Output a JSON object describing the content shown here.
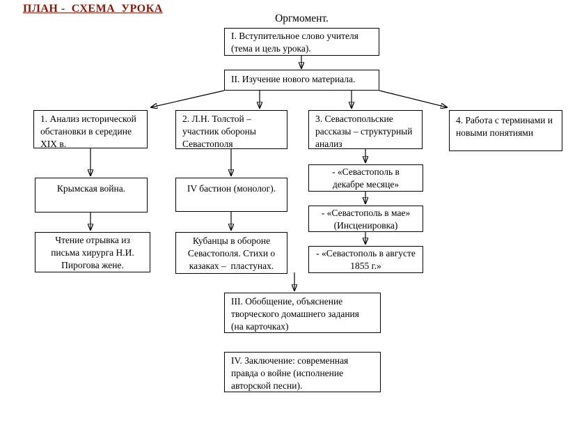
{
  "page": {
    "title": "ПЛАН -  СХЕМА  УРОКА",
    "subtitle": "Оргмомент."
  },
  "colors": {
    "title": "#8b1508",
    "box_border": "#000000",
    "connector": "#000000",
    "background": "#ffffff"
  },
  "diagram": {
    "type": "flowchart",
    "nodes": {
      "step_i": {
        "lines": [
          "I. Вступительное слово учителя",
          "(тема и цель урока)."
        ]
      },
      "step_ii": {
        "lines": [
          "II. Изучение нового материала."
        ]
      },
      "item_1": {
        "lines": [
          "1. Анализ исторической",
          "обстановки в середине",
          "XIX в."
        ]
      },
      "item_2": {
        "lines": [
          "2. Л.Н. Толстой –",
          "участник обороны",
          "Севастополя"
        ]
      },
      "item_3": {
        "lines": [
          "3. Севастопольские",
          "рассказы – структурный",
          "анализ"
        ]
      },
      "item_4": {
        "lines": [
          "4. Работа с терминами и",
          "новыми понятиями"
        ]
      },
      "crimean_war": {
        "lines": [
          "Крымская война."
        ]
      },
      "pirogov_letter": {
        "lines": [
          "Чтение отрывка из",
          "письма хирурга Н.И.",
          "Пирогова жене."
        ]
      },
      "bastion": {
        "lines": [
          "IV бастион (монолог)."
        ]
      },
      "kubantsy": {
        "lines": [
          "Кубанцы в обороне",
          "Севастополя. Стихи о",
          "казаках –  пластунах."
        ]
      },
      "sevastopol_december": {
        "lines": [
          "- «Севастополь в",
          "декабре месяце»"
        ]
      },
      "sevastopol_may": {
        "lines": [
          "- «Севастополь в мае»",
          "(Инсценировка)"
        ]
      },
      "sevastopol_august": {
        "lines": [
          "- «Севастополь в августе",
          "1855 г.»"
        ]
      },
      "step_iii": {
        "lines": [
          "III. Обобщение, объяснение",
          "творческого домашнего задания",
          "(на карточках)"
        ]
      },
      "step_iv": {
        "lines": [
          "IV. Заключение: современная",
          "правда о войне (исполнение",
          "авторской песни)."
        ]
      }
    },
    "connections": [
      {
        "from": "step_i",
        "to": "step_ii"
      },
      {
        "from": "step_ii",
        "to": "item_1"
      },
      {
        "from": "step_ii",
        "to": "item_2"
      },
      {
        "from": "step_ii",
        "to": "item_3"
      },
      {
        "from": "step_ii",
        "to": "item_4"
      },
      {
        "from": "item_1",
        "to": "crimean_war"
      },
      {
        "from": "crimean_war",
        "to": "pirogov_letter"
      },
      {
        "from": "item_2",
        "to": "bastion"
      },
      {
        "from": "bastion",
        "to": "kubantsy"
      },
      {
        "from": "item_3",
        "to": "sevastopol_december"
      },
      {
        "from": "sevastopol_december",
        "to": "sevastopol_may"
      },
      {
        "from": "sevastopol_may",
        "to": "sevastopol_august"
      },
      {
        "from": "kubantsy",
        "to": "step_iii"
      }
    ]
  }
}
